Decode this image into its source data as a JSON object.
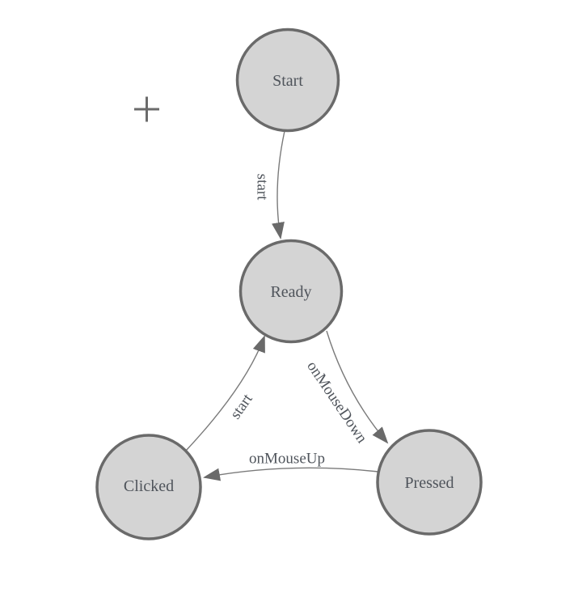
{
  "diagram": {
    "type": "state-machine",
    "nodes": [
      {
        "id": "start",
        "label": "Start"
      },
      {
        "id": "ready",
        "label": "Ready"
      },
      {
        "id": "clicked",
        "label": "Clicked"
      },
      {
        "id": "pressed",
        "label": "Pressed"
      }
    ],
    "edges": [
      {
        "from": "Start",
        "to": "Ready",
        "label": "start"
      },
      {
        "from": "Ready",
        "to": "Pressed",
        "label": "onMouseDown"
      },
      {
        "from": "Pressed",
        "to": "Clicked",
        "label": "onMouseUp"
      },
      {
        "from": "Clicked",
        "to": "Ready",
        "label": "start"
      }
    ],
    "icons": [
      {
        "name": "plus-cursor-icon",
        "glyph": "+"
      }
    ]
  },
  "colors": {
    "background": "#ffffff",
    "node-fill": "#d4d4d4",
    "node-stroke": "#6a6a6a",
    "edge-stroke": "#7a7a7a",
    "arrow-fill": "#6a6a6a",
    "label-text": "#4f545b",
    "plus-color": "#6b6b6b"
  }
}
